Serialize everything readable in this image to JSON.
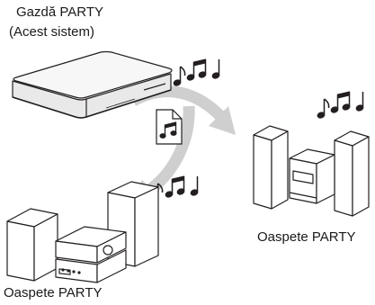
{
  "host": {
    "line1": "Gazdă PARTY",
    "line2": "(Acest sistem)"
  },
  "guests": {
    "right_label": "Oaspete PARTY",
    "left_label": "Oaspete PARTY"
  },
  "colors": {
    "stroke": "#231f20",
    "arrow": "#cfcfcf",
    "device_fill": "#ffffff",
    "player_body": "#f2f2f2"
  },
  "icons": [
    "blu-ray-player-icon",
    "music-file-icon",
    "music-notes-icon",
    "curved-arrow-icon",
    "mini-stereo-icon",
    "hifi-stereo-icon"
  ]
}
